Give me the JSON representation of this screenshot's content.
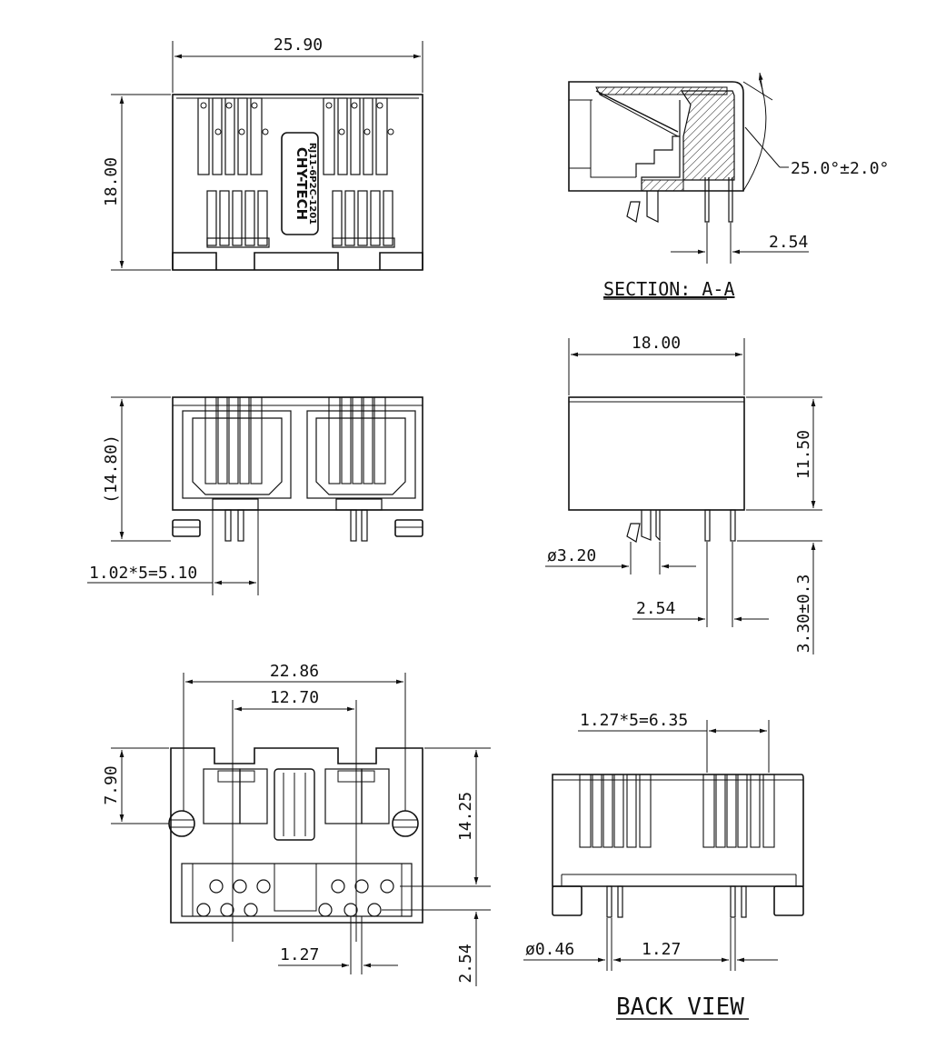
{
  "views": {
    "top": {
      "dims": {
        "width": "25.90",
        "height": "18.00"
      },
      "marking": {
        "brand": "CHY-TECH",
        "part": "RJ11-6P2C-1201"
      }
    },
    "section": {
      "title": "SECTION: A-A",
      "dims": {
        "angle": "25.0°±2.0°",
        "pitch": "2.54"
      }
    },
    "front": {
      "dims": {
        "height": "(14.80)",
        "pin_span": "1.02*5=5.10"
      }
    },
    "side": {
      "dims": {
        "width": "18.00",
        "height": "11.50",
        "peg_dia": "ø3.20",
        "pitch": "2.54",
        "pin_len": "3.30±0.3"
      }
    },
    "bottom": {
      "dims": {
        "outer": "22.86",
        "inner": "12.70",
        "left": "7.90",
        "right": "14.25",
        "pitch": "1.27",
        "row_gap": "2.54"
      }
    },
    "back": {
      "title": "BACK VIEW",
      "dims": {
        "pin_span": "1.27*5=6.35",
        "pin_dia": "ø0.46",
        "pitch": "1.27"
      }
    }
  },
  "colors": {
    "line": "#111111",
    "background": "#ffffff"
  }
}
